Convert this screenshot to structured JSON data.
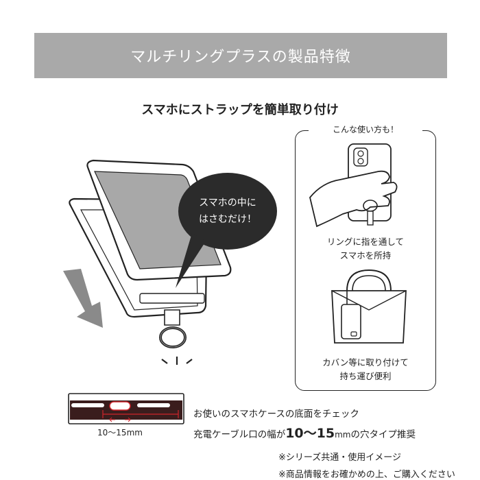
{
  "banner": {
    "title": "マルチリングプラスの製品特徴"
  },
  "subtitle": "スマホにストラップを簡単取り付け",
  "bubble": {
    "line1": "スマホの中に",
    "line2": "はさむだけ！"
  },
  "usage_panel": {
    "title": "こんな使い方も！",
    "ring_caption_line1": "リングに指を通して",
    "ring_caption_line2": "スマホを所持",
    "bag_caption_line1": "カバン等に取り付けて",
    "bag_caption_line2": "持ち運び便利"
  },
  "measure": {
    "label": "10〜15mm"
  },
  "check": {
    "line1": "お使いのスマホケースの底面をチェック",
    "line2_prefix": "充電ケーブル口の幅が",
    "line2_value": "10〜15",
    "line2_unit": "mm",
    "line2_suffix": "の穴タイプ推奨"
  },
  "notes": {
    "note1": "※シリーズ共通・使用イメージ",
    "note2": "※商品情報をお確かめの上、ご購入ください"
  },
  "colors": {
    "banner": "#a9a9a9",
    "bubble": "#2b2b2b",
    "accent_red": "#d0242b",
    "phone_screen": "#a8a8a8"
  }
}
